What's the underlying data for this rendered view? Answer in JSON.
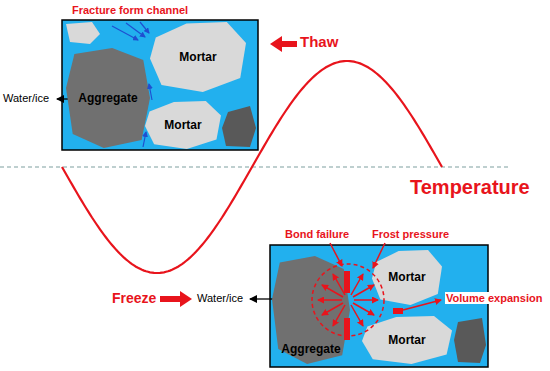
{
  "diagram": {
    "nodes": [
      {
        "text": [
          "Aggregate"
        ]
      },
      {
        "text": [
          "Mortar"
        ]
      },
      {
        "text": [
          "Mortar"
        ]
      },
      {
        "text": [
          "Aggregate"
        ]
      },
      {
        "text": [
          "Mortar"
        ]
      },
      {
        "text": [
          "Mortar"
        ]
      }
    ],
    "labels": [
      "Fracture form channel",
      "Thaw",
      "Water/ice",
      "Temperature",
      "Freeze",
      "Water/ice",
      "Bond failure",
      "Frost pressure",
      "Volume expansion"
    ]
  }
}
